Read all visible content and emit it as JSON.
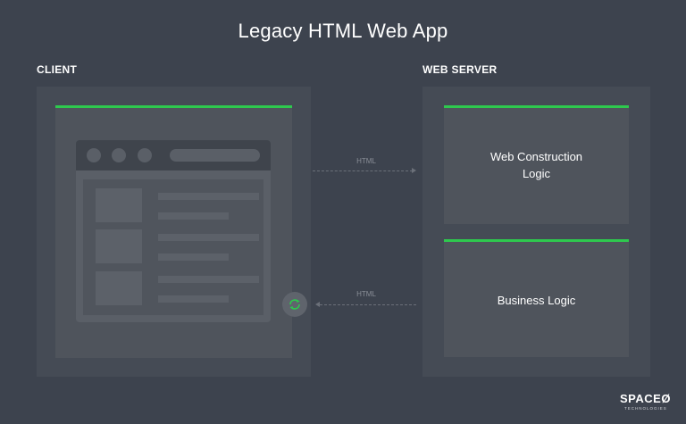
{
  "title": "Legacy HTML Web App",
  "client": {
    "label": "CLIENT"
  },
  "server": {
    "label": "WEB SERVER",
    "boxes": [
      {
        "line1": "Web Construction",
        "line2": "Logic"
      },
      {
        "line1": "Business Logic"
      }
    ]
  },
  "arrows": {
    "request_label": "HTML",
    "response_label": "HTML"
  },
  "logo": {
    "name": "SPACEØ",
    "tagline": "TECHNOLOGIES"
  },
  "icons": {
    "sync": "sync-icon"
  },
  "colors": {
    "background": "#3d434e",
    "accent": "#2ec94e"
  }
}
